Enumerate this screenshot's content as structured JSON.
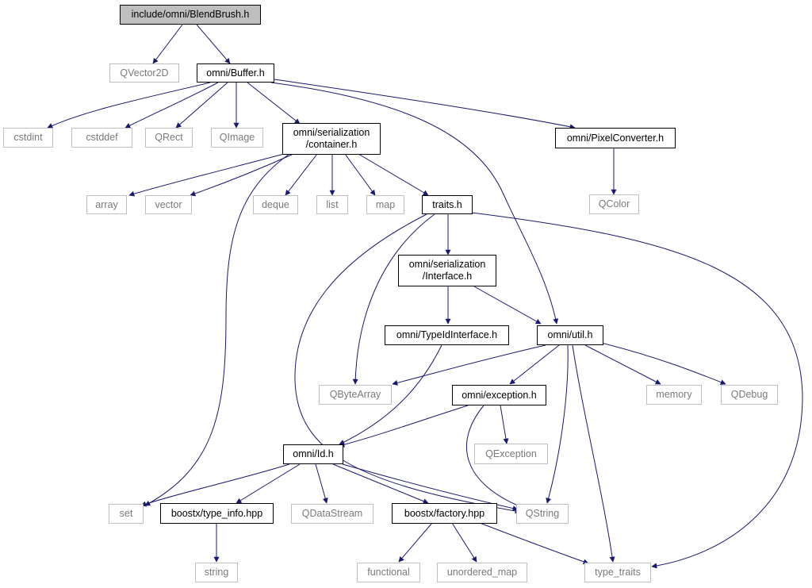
{
  "colors": {
    "edge": "#191970",
    "root_fill": "#bfbfbf",
    "external_border": "#bfbfbf",
    "local_border": "#000000"
  },
  "nodes": {
    "blendbrush": {
      "label": "include/omni/BlendBrush.h",
      "kind": "root"
    },
    "qvector2d": {
      "label": "QVector2D",
      "kind": "external"
    },
    "buffer": {
      "label": "omni/Buffer.h",
      "kind": "local"
    },
    "cstdint": {
      "label": "cstdint",
      "kind": "external"
    },
    "cstddef": {
      "label": "cstddef",
      "kind": "external"
    },
    "qrect": {
      "label": "QRect",
      "kind": "external"
    },
    "qimage": {
      "label": "QImage",
      "kind": "external"
    },
    "container_l1": {
      "label": "omni/serialization",
      "kind": "local"
    },
    "container_l2": {
      "label": "/container.h",
      "kind": "local"
    },
    "pixelconverter": {
      "label": "omni/PixelConverter.h",
      "kind": "local"
    },
    "qcolor": {
      "label": "QColor",
      "kind": "external"
    },
    "array": {
      "label": "array",
      "kind": "external"
    },
    "vector": {
      "label": "vector",
      "kind": "external"
    },
    "deque": {
      "label": "deque",
      "kind": "external"
    },
    "list": {
      "label": "list",
      "kind": "external"
    },
    "map": {
      "label": "map",
      "kind": "external"
    },
    "traits": {
      "label": "traits.h",
      "kind": "local"
    },
    "interface_l1": {
      "label": "omni/serialization",
      "kind": "local"
    },
    "interface_l2": {
      "label": "/Interface.h",
      "kind": "local"
    },
    "typeidinterface": {
      "label": "omni/TypeIdInterface.h",
      "kind": "local"
    },
    "util": {
      "label": "omni/util.h",
      "kind": "local"
    },
    "qbytearray": {
      "label": "QByteArray",
      "kind": "external"
    },
    "exception": {
      "label": "omni/exception.h",
      "kind": "local"
    },
    "memory": {
      "label": "memory",
      "kind": "external"
    },
    "qdebug": {
      "label": "QDebug",
      "kind": "external"
    },
    "qexception": {
      "label": "QException",
      "kind": "external"
    },
    "id": {
      "label": "omni/Id.h",
      "kind": "local"
    },
    "set": {
      "label": "set",
      "kind": "external"
    },
    "typeinfo": {
      "label": "boostx/type_info.hpp",
      "kind": "local"
    },
    "qdatastream": {
      "label": "QDataStream",
      "kind": "external"
    },
    "factory": {
      "label": "boostx/factory.hpp",
      "kind": "local"
    },
    "qstring": {
      "label": "QString",
      "kind": "external"
    },
    "string": {
      "label": "string",
      "kind": "external"
    },
    "functional": {
      "label": "functional",
      "kind": "external"
    },
    "unordered_map": {
      "label": "unordered_map",
      "kind": "external"
    },
    "type_traits": {
      "label": "type_traits",
      "kind": "external"
    }
  },
  "edges": [
    [
      "blendbrush",
      "qvector2d"
    ],
    [
      "blendbrush",
      "buffer"
    ],
    [
      "buffer",
      "cstdint"
    ],
    [
      "buffer",
      "cstddef"
    ],
    [
      "buffer",
      "qrect"
    ],
    [
      "buffer",
      "qimage"
    ],
    [
      "buffer",
      "container"
    ],
    [
      "buffer",
      "util"
    ],
    [
      "buffer",
      "pixelconverter"
    ],
    [
      "pixelconverter",
      "qcolor"
    ],
    [
      "container",
      "array"
    ],
    [
      "container",
      "vector"
    ],
    [
      "container",
      "deque"
    ],
    [
      "container",
      "list"
    ],
    [
      "container",
      "map"
    ],
    [
      "container",
      "traits"
    ],
    [
      "container",
      "set"
    ],
    [
      "traits",
      "interface"
    ],
    [
      "traits",
      "qbytearray"
    ],
    [
      "traits",
      "qstring"
    ],
    [
      "traits",
      "type_traits"
    ],
    [
      "interface",
      "typeidinterface"
    ],
    [
      "interface",
      "util"
    ],
    [
      "typeidinterface",
      "id"
    ],
    [
      "util",
      "qbytearray"
    ],
    [
      "util",
      "exception"
    ],
    [
      "util",
      "memory"
    ],
    [
      "util",
      "qdebug"
    ],
    [
      "util",
      "qstring"
    ],
    [
      "util",
      "type_traits"
    ],
    [
      "exception",
      "id"
    ],
    [
      "exception",
      "qexception"
    ],
    [
      "exception",
      "qstring"
    ],
    [
      "id",
      "set"
    ],
    [
      "id",
      "typeinfo"
    ],
    [
      "id",
      "qdatastream"
    ],
    [
      "id",
      "factory"
    ],
    [
      "id",
      "qstring"
    ],
    [
      "typeinfo",
      "string"
    ],
    [
      "factory",
      "functional"
    ],
    [
      "factory",
      "unordered_map"
    ],
    [
      "factory",
      "type_traits"
    ]
  ]
}
